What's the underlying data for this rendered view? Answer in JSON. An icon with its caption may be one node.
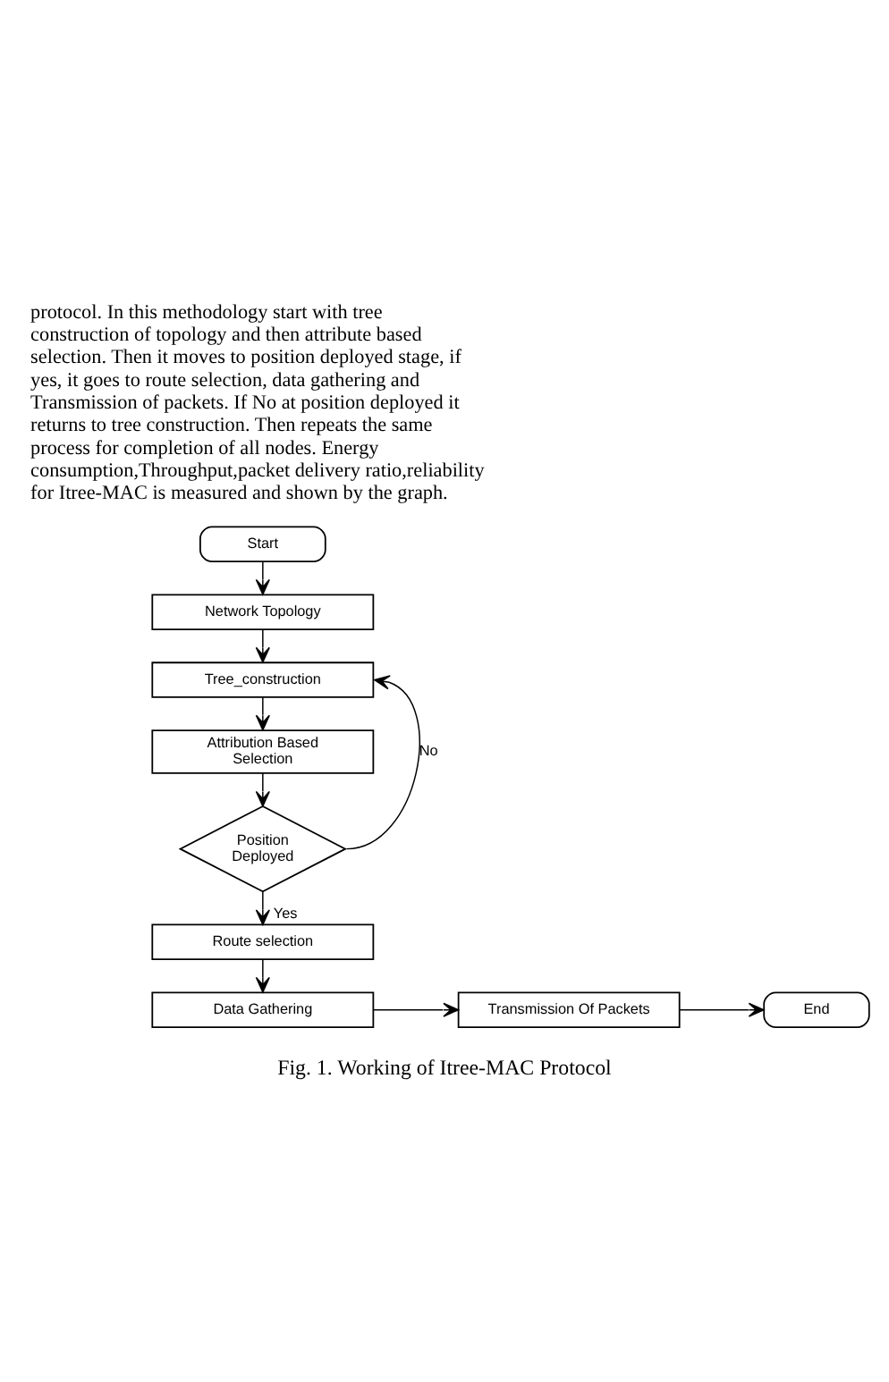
{
  "diagram": {
    "caption": "Fig. 1. Working of Itree-MAC Protocol",
    "nodes": [
      {
        "text": [
          "Start"
        ]
      },
      {
        "text": [
          "Network Topology"
        ]
      },
      {
        "text": [
          "Tree_construction"
        ]
      },
      {
        "text": [
          "Attribution Based Selection"
        ]
      },
      {
        "text": [
          "Position Deployed"
        ]
      },
      {
        "text": [
          "Route selection"
        ]
      },
      {
        "text": [
          "Data Gathering"
        ]
      },
      {
        "text": [
          "Transmission Of Packets"
        ]
      },
      {
        "text": [
          "End"
        ]
      }
    ],
    "edges": [
      {
        "from": 0,
        "to": 1,
        "arrow": "to"
      },
      {
        "from": 1,
        "to": 2,
        "arrow": "to"
      },
      {
        "from": 2,
        "to": 3,
        "arrow": "to"
      },
      {
        "from": 3,
        "to": 4,
        "arrow": "to"
      },
      {
        "from": 4,
        "to": 2,
        "arrow": "to",
        "label": "No"
      },
      {
        "from": 4,
        "to": 5,
        "arrow": "to",
        "label": "Yes"
      },
      {
        "from": 5,
        "to": 6,
        "arrow": "to"
      },
      {
        "from": 6,
        "to": 7,
        "arrow": "to"
      },
      {
        "from": 7,
        "to": 8,
        "arrow": "to"
      }
    ],
    "labels": [
      "protocol. In this methodology start with tree construction of topology and then attribute based selection. Then it moves to position deployed stage, if yes, it goes to route selection, data gathering and Transmission of packets. If No at position deployed it returns to tree construction. Then repeats the same process for completion of all nodes. Energy consumption,Throughput,packet delivery ratio,reliability for Itree-MAC is measured and shown by the graph."
    ]
  }
}
